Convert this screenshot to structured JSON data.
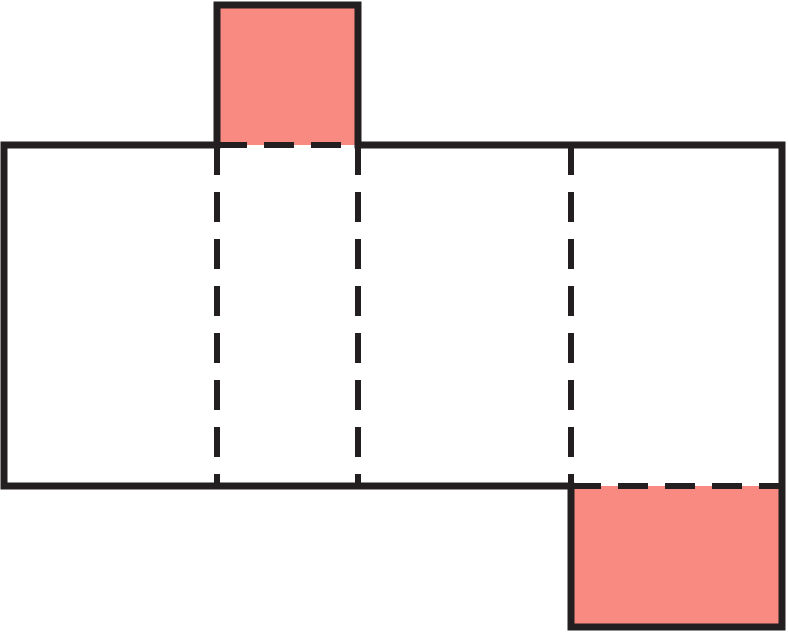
{
  "diagram": {
    "type": "net-of-rectangular-prism",
    "colors": {
      "background": "#ffffff",
      "outline": "#231f20",
      "highlighted_face": "#f98a82"
    },
    "faces": [
      {
        "id": "face-1",
        "highlighted": false
      },
      {
        "id": "face-2",
        "highlighted": false
      },
      {
        "id": "face-3",
        "highlighted": false
      },
      {
        "id": "face-4",
        "highlighted": false
      },
      {
        "id": "top-end-face",
        "highlighted": true
      },
      {
        "id": "bottom-end-face",
        "highlighted": true
      }
    ],
    "fold_line_style": "dashed",
    "cut_line_style": "solid"
  }
}
